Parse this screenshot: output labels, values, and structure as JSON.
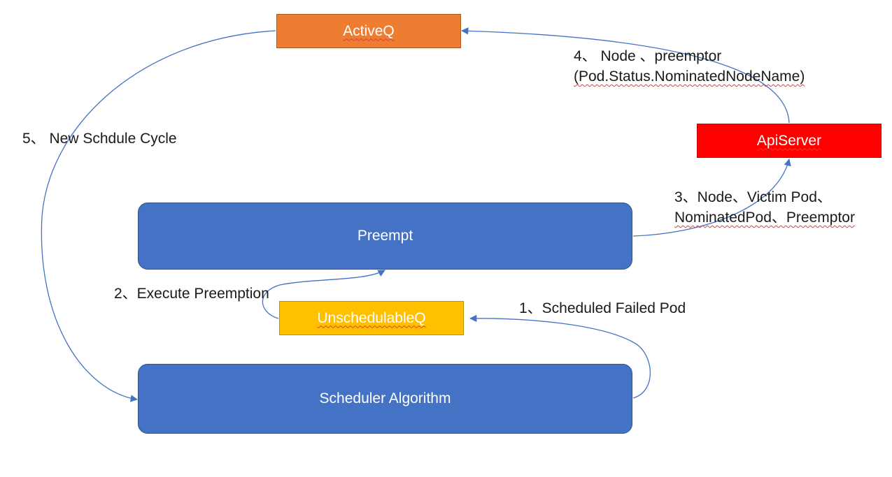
{
  "nodes": {
    "activeq": "ActiveQ",
    "apiserver": "ApiServer",
    "unschedulableq": "UnschedulableQ",
    "preempt": "Preempt",
    "scheduler_algorithm": "Scheduler Algorithm"
  },
  "labels": {
    "step1": "1、Scheduled Failed Pod",
    "step2": "2、Execute Preemption",
    "step3_line1": "3、Node、Victim Pod、",
    "step3_line2": "NominatedPod、Preemptor",
    "step4_line1": "4、 Node 、preemptor",
    "step4_line2": "(Pod.Status.NominatedNodeName)",
    "step5": "5、 New Schdule Cycle"
  },
  "colors": {
    "activeq": "#ED7D31",
    "apiserver": "#FF0000",
    "unschedulableq": "#FFC000",
    "process": "#4472C4",
    "connector": "#4472C4"
  }
}
